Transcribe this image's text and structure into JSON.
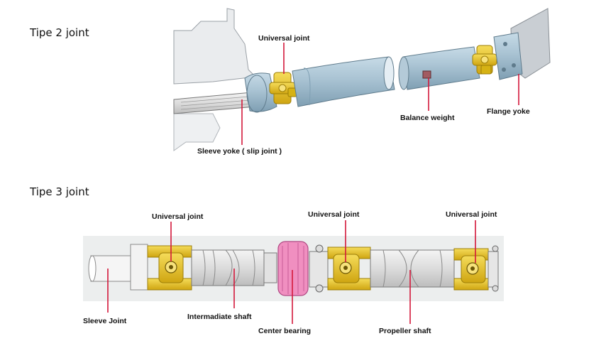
{
  "sections": {
    "tipe2": {
      "heading": "Tipe 2 joint"
    },
    "tipe3": {
      "heading": "Tipe 3 joint"
    }
  },
  "labels": {
    "t2_universal_joint": "Universal joint",
    "t2_sleeve_yoke": "Sleeve yoke ( slip joint )",
    "t2_balance_weight": "Balance weight",
    "t2_flange_yoke": "Flange yoke",
    "t3_universal_joint_1": "Universal joint",
    "t3_universal_joint_2": "Universal joint",
    "t3_universal_joint_3": "Universal joint",
    "t3_sleeve_joint": "Sleeve Joint",
    "t3_intermediate_shaft": "Intermadiate shaft",
    "t3_center_bearing": "Center bearing",
    "t3_propeller_shaft": "Propeller shaft"
  },
  "colors": {
    "shaft_blue": "#a9c3d3",
    "joint_yellow": "#e8c318",
    "bearing_pink": "#f08fc0",
    "leader_red": "#d4173a"
  }
}
